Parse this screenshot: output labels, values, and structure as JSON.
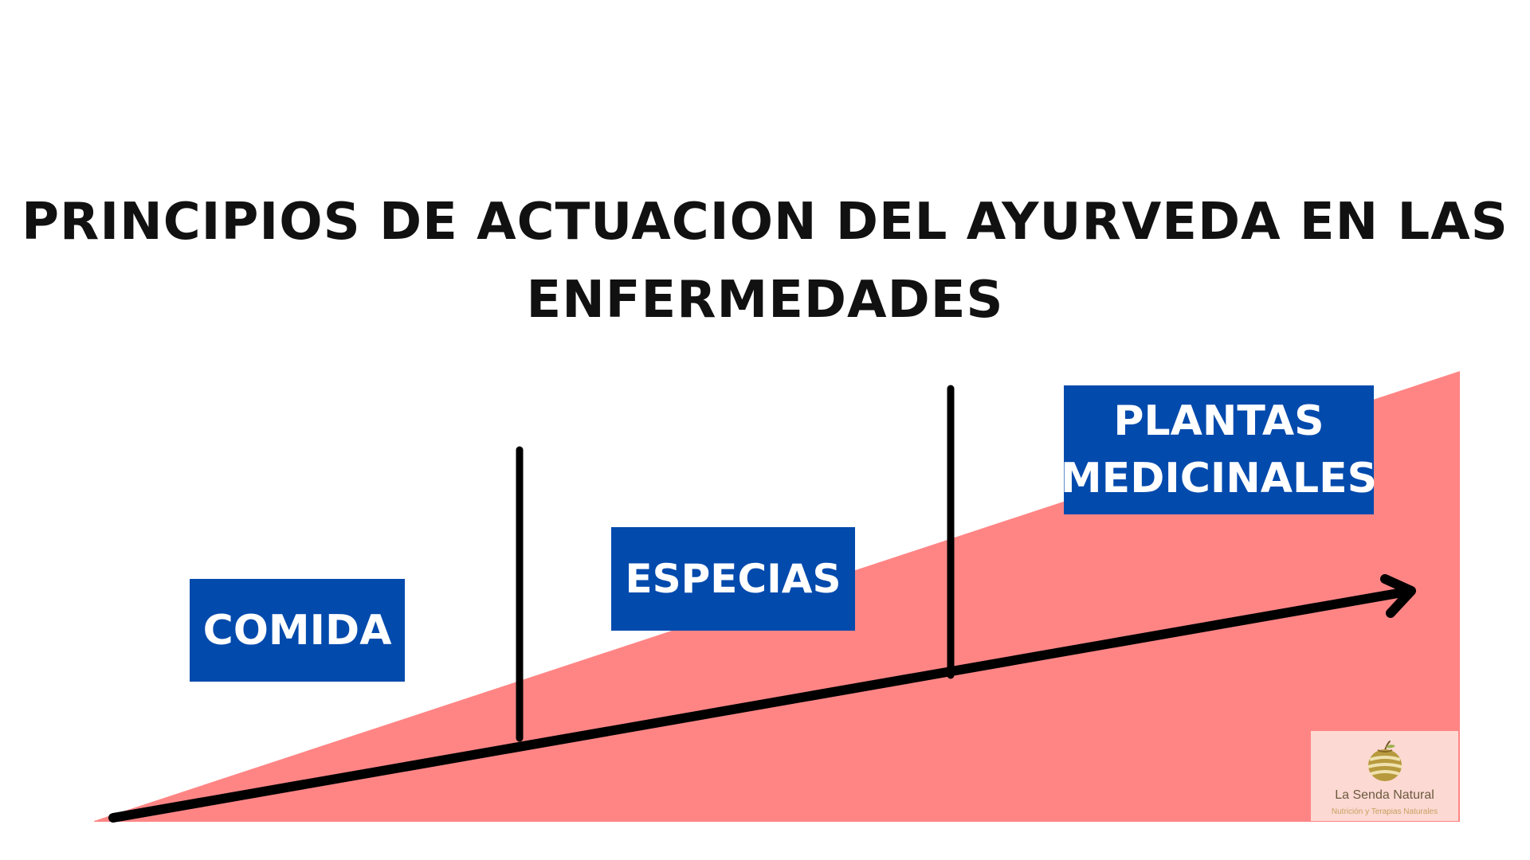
{
  "title": {
    "line1": "PRINCIPIOS DE ACTUACION DEL AYURVEDA EN LAS",
    "line2": "ENFERMEDADES"
  },
  "stages": [
    {
      "label": "COMIDA"
    },
    {
      "label": "ESPECIAS"
    },
    {
      "label_line1": "PLANTAS",
      "label_line2": "MEDICINALES"
    }
  ],
  "logo": {
    "name": "La Senda Natural",
    "tagline": "Nutrición y Terapias Naturales"
  },
  "colors": {
    "wedge": "#ff8585",
    "box": "#034aad",
    "box_text": "#ffffff",
    "arrow": "#000000",
    "logo_bg": "#fcd9d3"
  },
  "icons": {
    "arrow": "arrow-right-icon",
    "logo": "apple-logo-icon"
  }
}
